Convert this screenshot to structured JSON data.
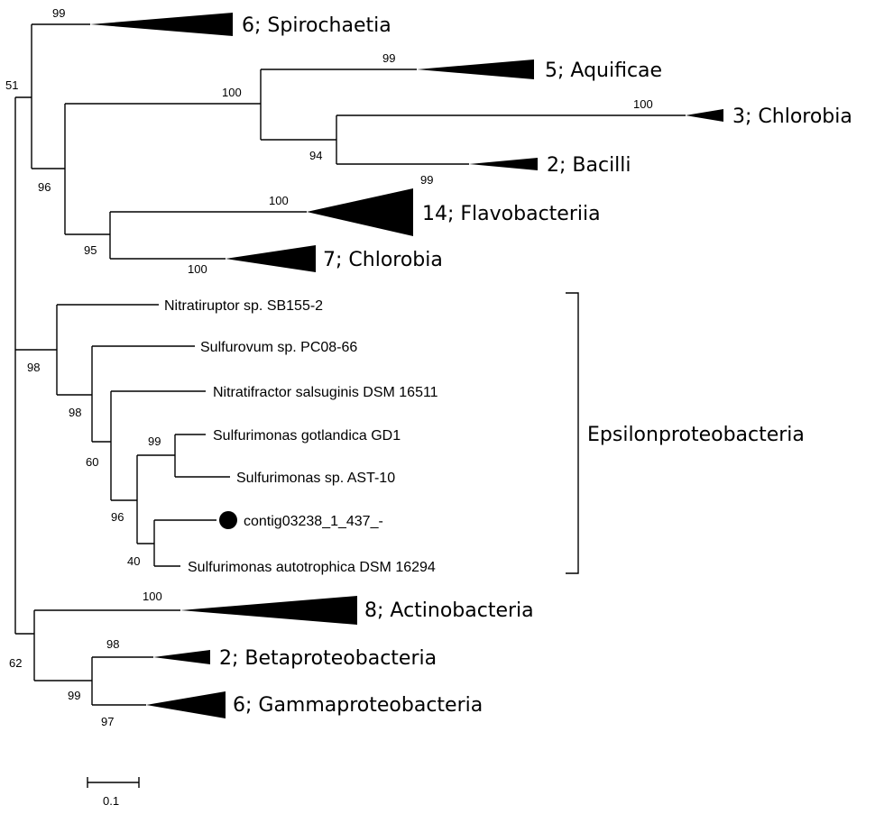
{
  "collapsed_clades": {
    "spirochaetia": "6; Spirochaetia",
    "aquificae": "5; Aquificae",
    "chlorobia_3": "3; Chlorobia",
    "bacilli": "2; Bacilli",
    "flavobacteriia": "14; Flavobacteriia",
    "chlorobia_7": "7; Chlorobia",
    "actinobacteria": "8; Actinobacteria",
    "betaproteobacteria": "2; Betaproteobacteria",
    "gammaproteobacteria": "6; Gammaproteobacteria"
  },
  "taxa": {
    "nitratiruptor": "Nitratiruptor sp. SB155-2",
    "sulfurovum": "Sulfurovum sp. PC08-66",
    "nitratifractor": "Nitratifractor salsuginis DSM 16511",
    "gotlandica": "Sulfurimonas gotlandica GD1",
    "ast10": "Sulfurimonas sp. AST-10",
    "contig": "contig03238_1_437_-",
    "autotrophica": "Sulfurimonas autotrophica DSM 16294"
  },
  "group_label": "Epsilonproteobacteria",
  "bootstrap": {
    "spirochaetia": "99",
    "root_upper": "51",
    "aquificae": "99",
    "aq_node": "100",
    "chlorobia_3": "100",
    "ch_bac_node": "94",
    "upper_mid": "96",
    "flavo_tip": "99",
    "flavo_node": "100",
    "flavo_chloro_node": "95",
    "chlorobia_7": "100",
    "epsilon_node": "98",
    "sulfurovum_node": "98",
    "nitratifractor_node": "60",
    "gotlandica_node": "99",
    "sulfurimonas_node": "96",
    "contig_node": "40",
    "actino": "100",
    "lower_node": "62",
    "beta_tip": "98",
    "beta_gamma_node": "99",
    "gamma": "97"
  },
  "scale_bar": "0.1"
}
